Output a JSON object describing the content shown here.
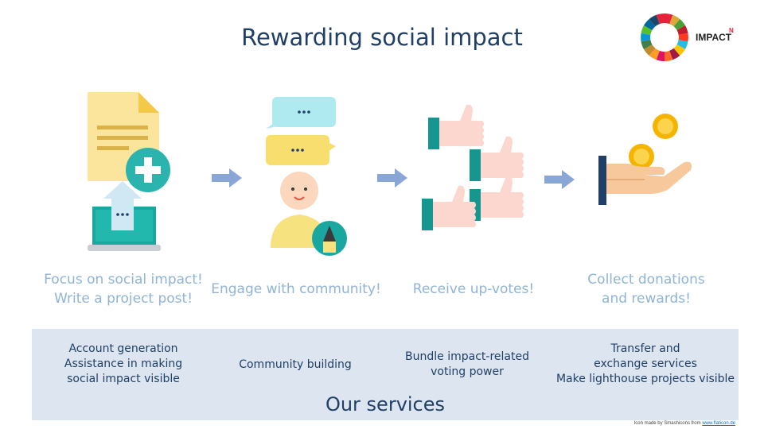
{
  "title": "Rewarding social impact",
  "logo": {
    "text": "IMPACT",
    "superscript": "N"
  },
  "steps": [
    {
      "icon": "document-plus-laptop-icon",
      "line1": "Focus on social impact!",
      "line2": "Write a project post!"
    },
    {
      "icon": "chat-person-icon",
      "line1": "Engage with community!",
      "line2": ""
    },
    {
      "icon": "thumbs-up-icon",
      "line1": "Receive up-votes!",
      "line2": ""
    },
    {
      "icon": "hand-coins-icon",
      "line1": "Collect donations",
      "line2": "and rewards!"
    }
  ],
  "services": {
    "title": "Our services",
    "items": [
      {
        "lines": [
          "Account generation",
          "Assistance in making",
          "social impact visible"
        ]
      },
      {
        "lines": [
          "Community building"
        ]
      },
      {
        "lines": [
          "Bundle impact-related",
          "voting power"
        ]
      },
      {
        "lines": [
          "Transfer  and",
          "exchange services",
          "Make lighthouse projects visible"
        ]
      }
    ]
  },
  "credit": {
    "text": "Icon made by Smashicons from",
    "link": "www.flaticon.de"
  },
  "colors": {
    "title": "#1f3f66",
    "caption": "#8fb4d8",
    "panel": "#dde5f0",
    "arrow": "#8aa6d6"
  }
}
